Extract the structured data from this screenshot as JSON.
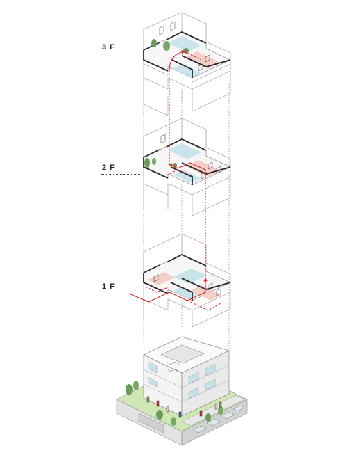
{
  "floors": [
    {
      "id": "3f",
      "label": "3 F"
    },
    {
      "id": "2f",
      "label": "2 F"
    },
    {
      "id": "1f",
      "label": "1 F"
    }
  ],
  "colors": {
    "wall_outline": "#9a9a9a",
    "thick_wall": "#2a2a2a",
    "circulation": "#e0262b",
    "glass": "#bfe0e8",
    "room_pink": "#f3c7c0",
    "green": "#6b9b5a",
    "grass": "#cfe7b5",
    "base": "#d9d9d9"
  }
}
